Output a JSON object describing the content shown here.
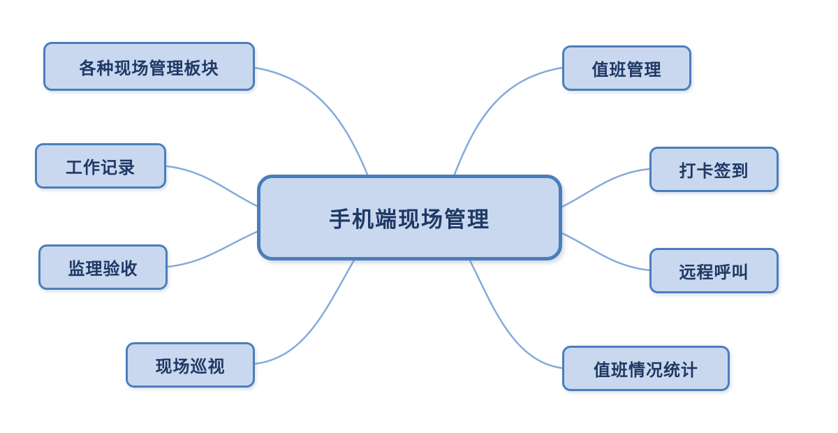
{
  "diagram": {
    "type": "mindmap",
    "center": {
      "label": "手机端现场管理"
    },
    "left_nodes": [
      {
        "label": "各种现场管理板块"
      },
      {
        "label": "工作记录"
      },
      {
        "label": "监理验收"
      },
      {
        "label": "现场巡视"
      }
    ],
    "right_nodes": [
      {
        "label": "值班管理"
      },
      {
        "label": "打卡签到"
      },
      {
        "label": "远程呼叫"
      },
      {
        "label": "值班情况统计"
      }
    ],
    "colors": {
      "node_fill": "#c9d8ef",
      "node_border": "#4a7ebb",
      "text": "#1f3864",
      "connector": "#84aadc",
      "background": "#ffffff"
    }
  }
}
